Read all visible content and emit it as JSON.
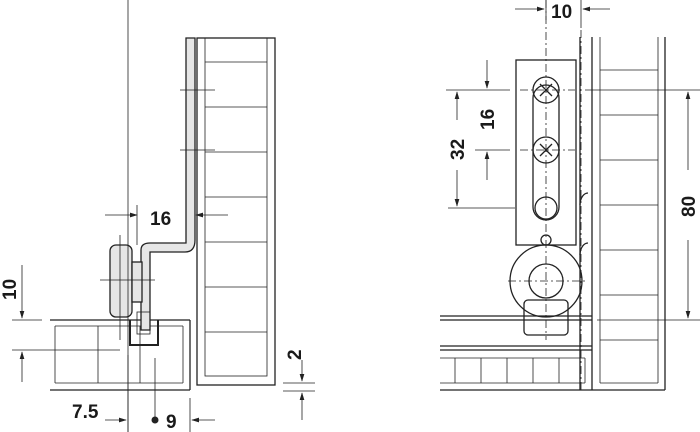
{
  "left_view": {
    "dimensions": {
      "hinge_offset": "16",
      "height": "10",
      "offset_a": "7.5",
      "offset_b": "9",
      "gap": "2"
    }
  },
  "right_view": {
    "dimensions": {
      "axis_offset": "10",
      "screw_pitch": "16",
      "slot_span": "32",
      "height": "80"
    }
  },
  "colors": {
    "line": "#222222",
    "part_fill": "#e6e6e6"
  }
}
